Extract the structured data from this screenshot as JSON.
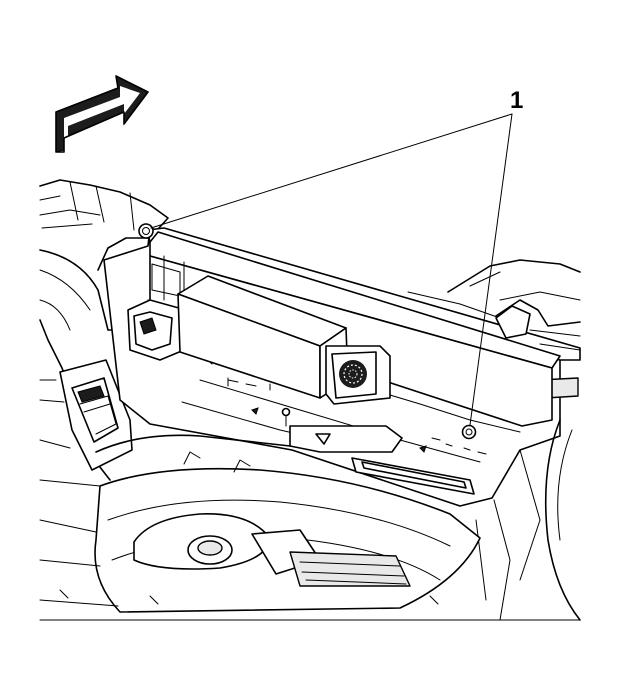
{
  "figure": {
    "callout_label": "1",
    "callout_target_count": 2,
    "direction_arrow_icon": "forward-arrow-icon",
    "components": [
      "amplifier-module",
      "speaker-box",
      "rear-compartment-panel",
      "spare-tire-well",
      "fastener-left",
      "fastener-right"
    ]
  },
  "colors": {
    "line": "#000000",
    "background": "#ffffff",
    "panel_fill": "#e9e9e9",
    "dark_fill": "#1c1c1c"
  }
}
